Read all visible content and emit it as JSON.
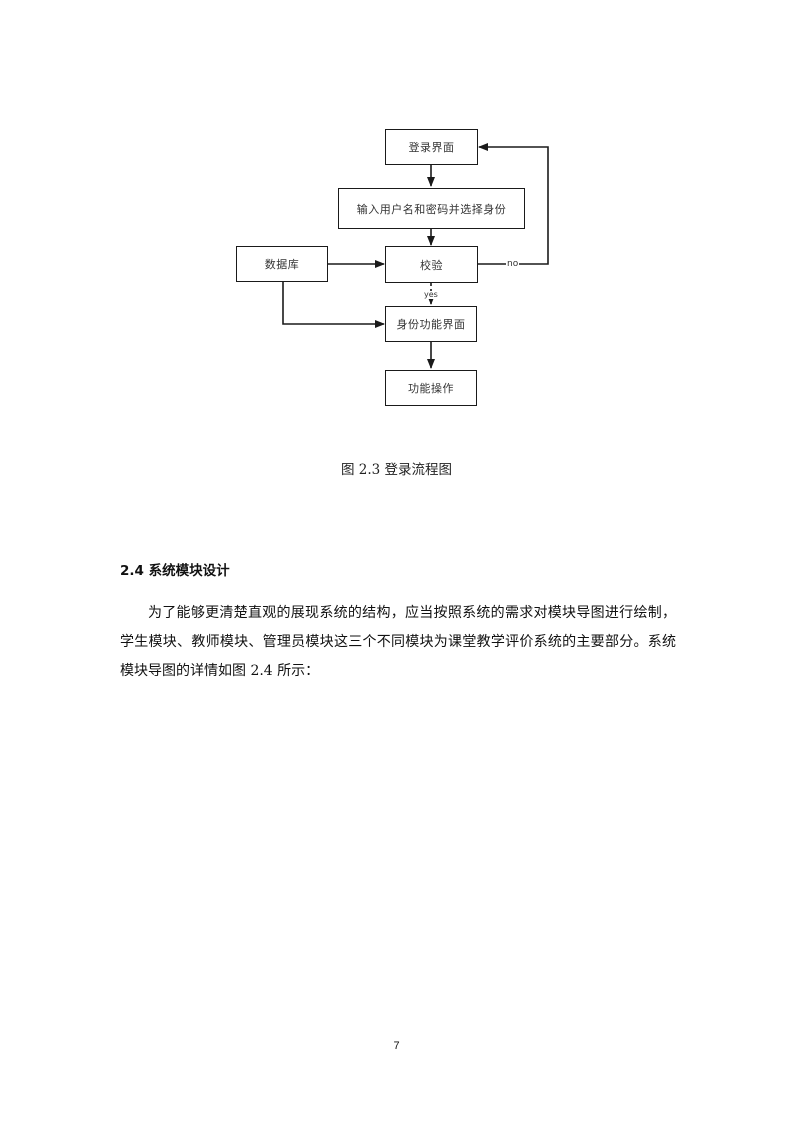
{
  "flowchart": {
    "nodes": {
      "login_page": "登录界面",
      "input": "输入用户名和密码并选择身份",
      "database": "数据库",
      "verify": "校验",
      "role_page": "身份功能界面",
      "function_ops": "功能操作"
    },
    "edges": {
      "no_label": "no",
      "yes_label": "yes"
    }
  },
  "caption": "图 2.3  登录流程图",
  "section": {
    "heading": "2.4 系统模块设计",
    "paragraph": "为了能够更清楚直观的展现系统的结构，应当按照系统的需求对模块导图进行绘制，学生模块、教师模块、管理员模块这三个不同模块为课堂教学评价系统的主要部分。系统模块导图的详情如图 2.4 所示："
  },
  "page_number": "7"
}
